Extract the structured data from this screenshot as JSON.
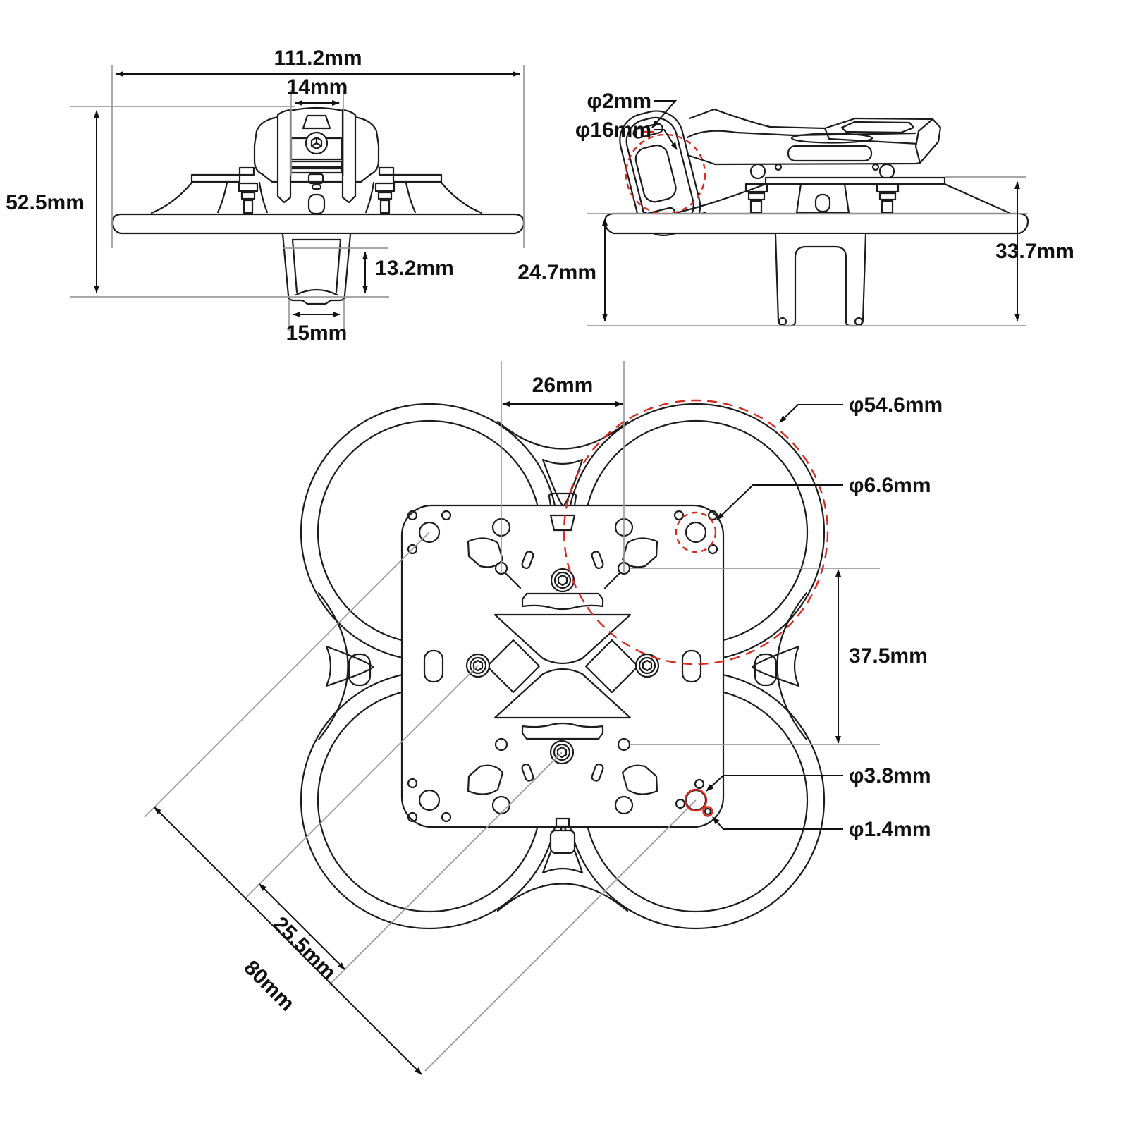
{
  "diagram": {
    "front": {
      "total_width": "111.2mm",
      "mount_width": "14mm",
      "total_height": "52.5mm",
      "battery_depth": "13.2mm",
      "battery_width": "15mm"
    },
    "side": {
      "strap_hole": "φ2mm",
      "grommet_ring": "φ16mm",
      "body_height": "24.7mm",
      "total_height": "33.7mm"
    },
    "top": {
      "hole_spacing": "26mm",
      "duct_diameter": "φ54.6mm",
      "motor_hole": "φ6.6mm",
      "row_spacing": "37.5mm",
      "mount_hole": "φ3.8mm",
      "pin_hole": "φ1.4mm",
      "stack_spacing": "25.5mm",
      "diagonal": "80mm"
    }
  },
  "colors": {
    "line": "#1c1c1c",
    "dimension": "#111111",
    "construction": "#9b9b9b",
    "highlight": "#d92b20",
    "background": "#ffffff"
  }
}
